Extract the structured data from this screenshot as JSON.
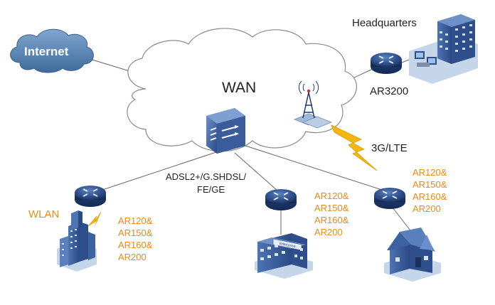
{
  "nodes": {
    "internet": "Internet",
    "wan": "WAN",
    "headquarters": "Headquarters",
    "ar3200": "AR3200",
    "wireless": "3G/LTE",
    "access_link": [
      "ADSL2+/G.SHDSL/",
      "FE/GE"
    ],
    "wlan": "WLAN",
    "enterprise_sign": "Enterprise"
  },
  "branch_models": {
    "left": [
      "AR120&",
      "AR150&",
      "AR160&",
      "AR200"
    ],
    "middle": [
      "AR120&",
      "AR150&",
      "AR160&",
      "AR200"
    ],
    "right": [
      "AR120&",
      "AR150&",
      "AR160&",
      "AR200"
    ]
  },
  "colors": {
    "accent_orange": "#e88a1a",
    "lightning": "#f3b80f",
    "router_blue": "#2a4a82",
    "internet_cloud": "#5b86b4"
  },
  "icons": [
    "internet-cloud-icon",
    "wan-cloud-icon",
    "router-icon",
    "switch-icon",
    "cell-tower-icon",
    "lightning-icon",
    "office-building-icon",
    "house-icon",
    "wlan-building-icon"
  ]
}
